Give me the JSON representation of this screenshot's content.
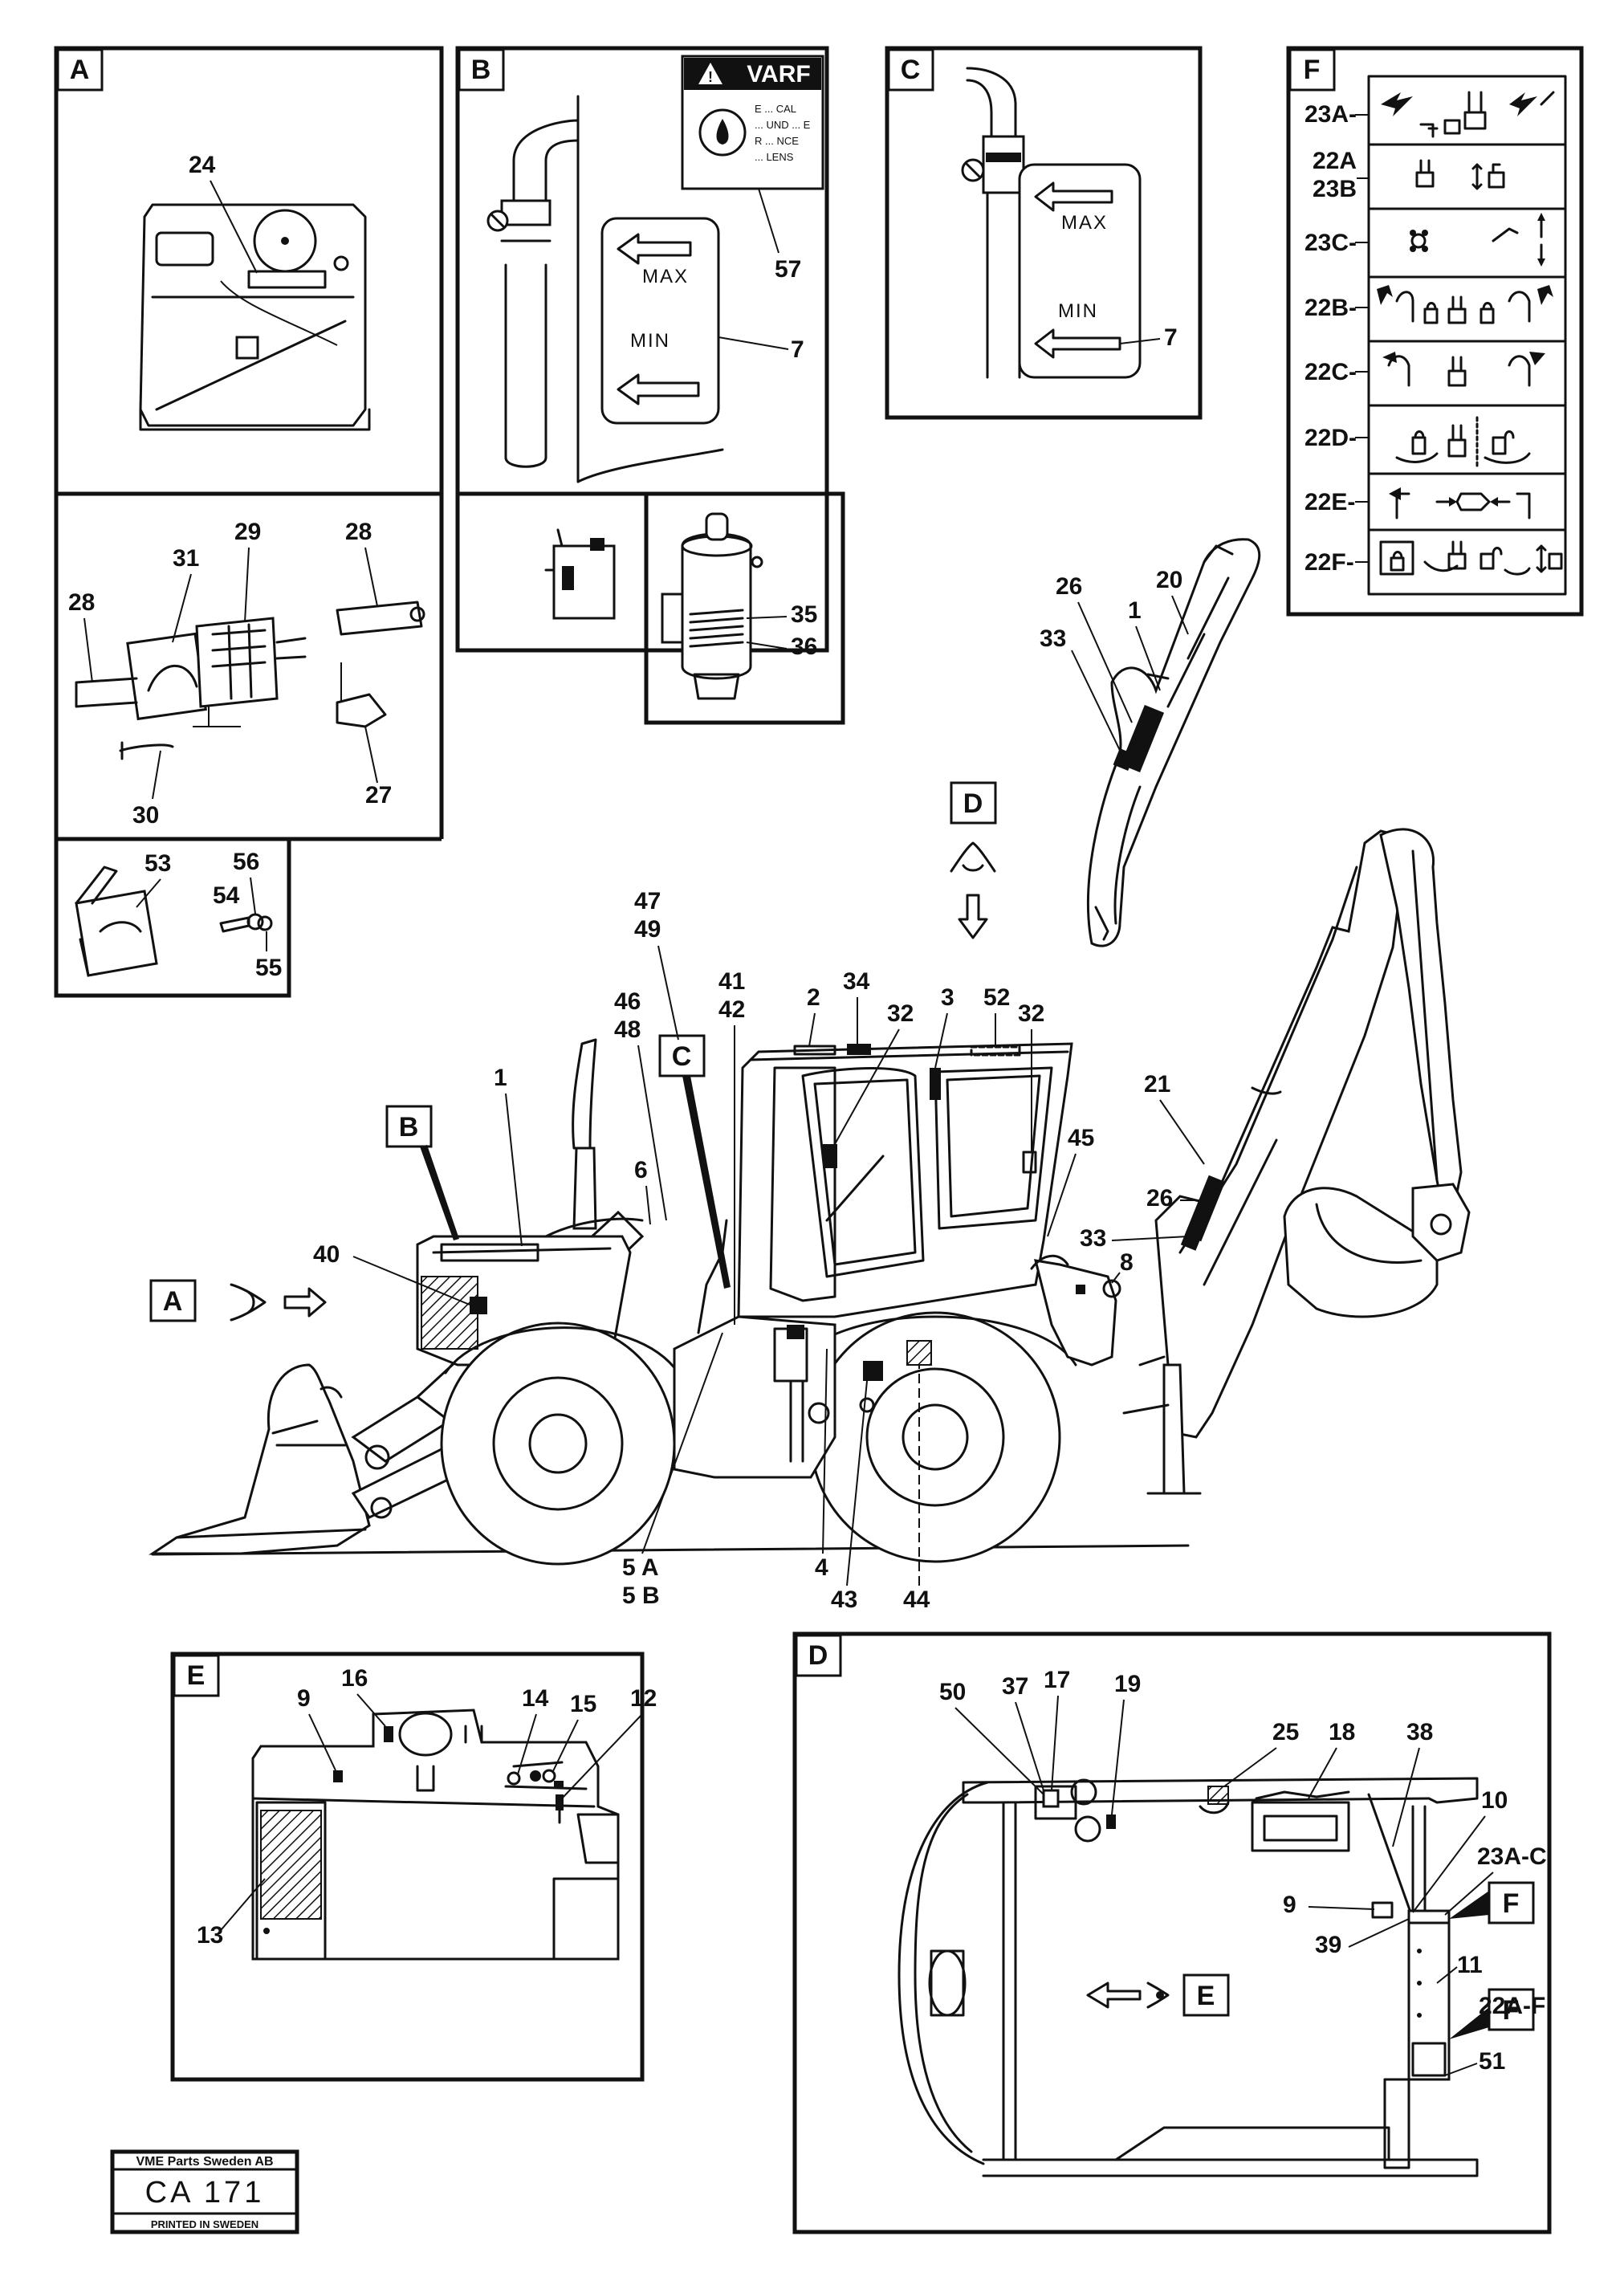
{
  "panels": {
    "A": {
      "label": "A",
      "callouts": [
        "24",
        "28",
        "31",
        "29",
        "28",
        "30",
        "27"
      ]
    },
    "A2": {
      "callouts": [
        "53",
        "56",
        "54",
        "55"
      ]
    },
    "B": {
      "label": "B",
      "warning_sign": {
        "title": "VARF",
        "lines": [
          "E ... CAL",
          "... UND ... E",
          "R ... NCE",
          "... LENS"
        ]
      },
      "gauge": {
        "max_label": "MAX",
        "min_label": "MIN"
      },
      "callouts": [
        "57",
        "7",
        "35",
        "36"
      ]
    },
    "C": {
      "label": "C",
      "gauge": {
        "max_label": "MAX",
        "min_label": "MIN"
      },
      "callouts": [
        "7"
      ]
    },
    "F": {
      "label": "F",
      "rows": [
        {
          "label": "23A-"
        },
        {
          "label": "22A"
        },
        {
          "label": "23B"
        },
        {
          "label": "23C-"
        },
        {
          "label": "22B-"
        },
        {
          "label": "22C-"
        },
        {
          "label": "22D-"
        },
        {
          "label": "22E-"
        },
        {
          "label": "22F-"
        }
      ]
    },
    "E": {
      "label": "E",
      "callouts": [
        "9",
        "16",
        "14",
        "15",
        "12",
        "13"
      ]
    },
    "D": {
      "label": "D",
      "view_marker": "E",
      "f_marker_1": "F",
      "f_marker_2": "F",
      "callouts": [
        "50",
        "37",
        "17",
        "19",
        "25",
        "18",
        "38",
        "10",
        "23A-C",
        "9",
        "39",
        "11",
        "22A-F",
        "51"
      ]
    }
  },
  "main_view": {
    "view_markers": {
      "A": "A",
      "B": "B",
      "C": "C",
      "D": "D"
    },
    "arm_callouts": [
      "26",
      "20",
      "1",
      "33"
    ],
    "callouts_left": [
      "47",
      "49",
      "46",
      "48",
      "41",
      "42",
      "2",
      "34",
      "32",
      "3",
      "52",
      "32",
      "21",
      "45",
      "26",
      "33",
      "8",
      "1",
      "6",
      "40"
    ],
    "callouts_bottom": [
      "5 A",
      "5 B",
      "4",
      "43",
      "44"
    ]
  },
  "title_block": {
    "company": "VME Parts Sweden AB",
    "code": "CA 171",
    "printed": "PRINTED IN SWEDEN"
  }
}
